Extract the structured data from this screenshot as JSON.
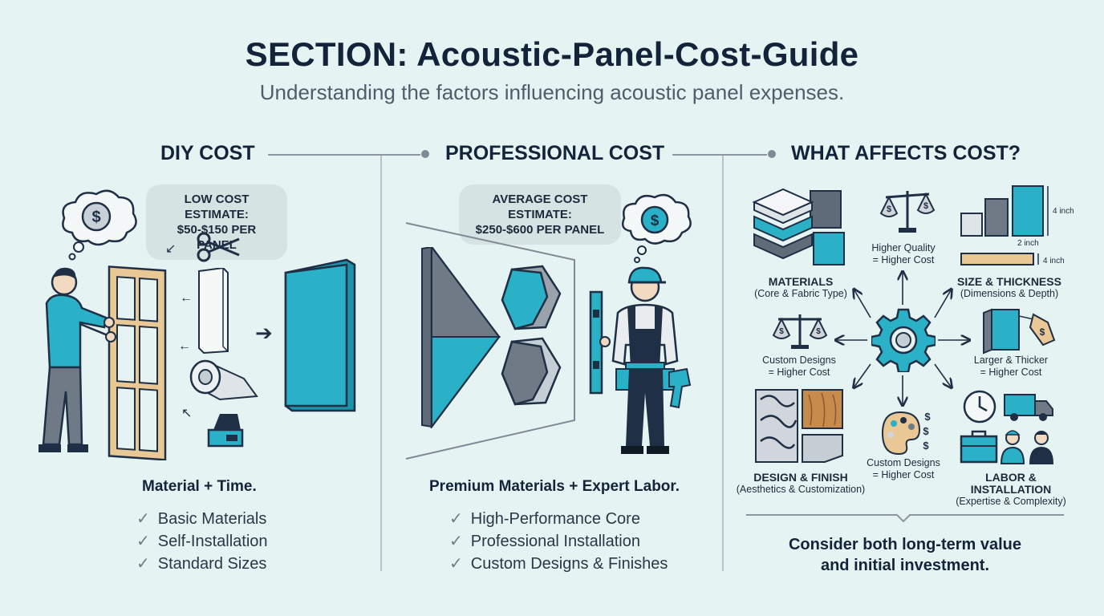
{
  "header": {
    "title": "SECTION: Acoustic-Panel-Cost-Guide",
    "subtitle": "Understanding the factors influencing acoustic panel expenses."
  },
  "diy": {
    "heading": "DIY COST",
    "bubble_line1": "LOW COST ESTIMATE:",
    "bubble_line2": "$50-$150 PER PANEL",
    "summary": "Material + Time.",
    "items": [
      "Basic Materials",
      "Self-Installation",
      "Standard Sizes"
    ]
  },
  "professional": {
    "heading": "PROFESSIONAL COST",
    "bubble_line1": "AVERAGE COST ESTIMATE:",
    "bubble_line2": "$250-$600 PER PANEL",
    "summary": "Premium Materials + Expert Labor.",
    "items": [
      "High-Performance Core",
      "Professional Installation",
      "Custom Designs & Finishes"
    ]
  },
  "factors": {
    "heading": "WHAT AFFECTS COST?",
    "materials_title": "MATERIALS",
    "materials_sub": "(Core & Fabric Type)",
    "quality_line1": "Higher Quality",
    "quality_line2": "= Higher Cost",
    "size_title": "SIZE & THICKNESS",
    "size_sub": "(Dimensions & Depth)",
    "dim_4inch_a": "4 inch",
    "dim_2inch": "2 inch",
    "dim_4inch_b": "4 inch",
    "custom_line1": "Custom Designs",
    "custom_line2": "= Higher Cost",
    "larger_line1": "Larger & Thicker",
    "larger_line2": "= Higher Cost",
    "design_title": "DESIGN & FINISH",
    "design_sub": "(Aesthetics & Customization)",
    "custom2_line1": "Custom Designs",
    "custom2_line2": "= Higher Cost",
    "labor_title": "LABOR & INSTALLATION",
    "labor_sub": "(Expertise & Complexity)",
    "footer_line1": "Consider both long-term value",
    "footer_line2": "and initial investment."
  },
  "icons": [
    "dollar-thought-icon",
    "scissors-icon",
    "foam-sheet-icon",
    "fabric-roll-icon",
    "staple-gun-icon",
    "wood-frame-icon",
    "panel-icon",
    "worker-icon",
    "gear-icon",
    "scale-icon",
    "price-tag-icon",
    "clock-icon",
    "truck-icon",
    "palette-icon",
    "toolbox-icon"
  ],
  "colors": {
    "background": "#e6f3f3",
    "accent_teal": "#2bb1c7",
    "navy": "#1f2f45",
    "grey": "#7c8794"
  }
}
